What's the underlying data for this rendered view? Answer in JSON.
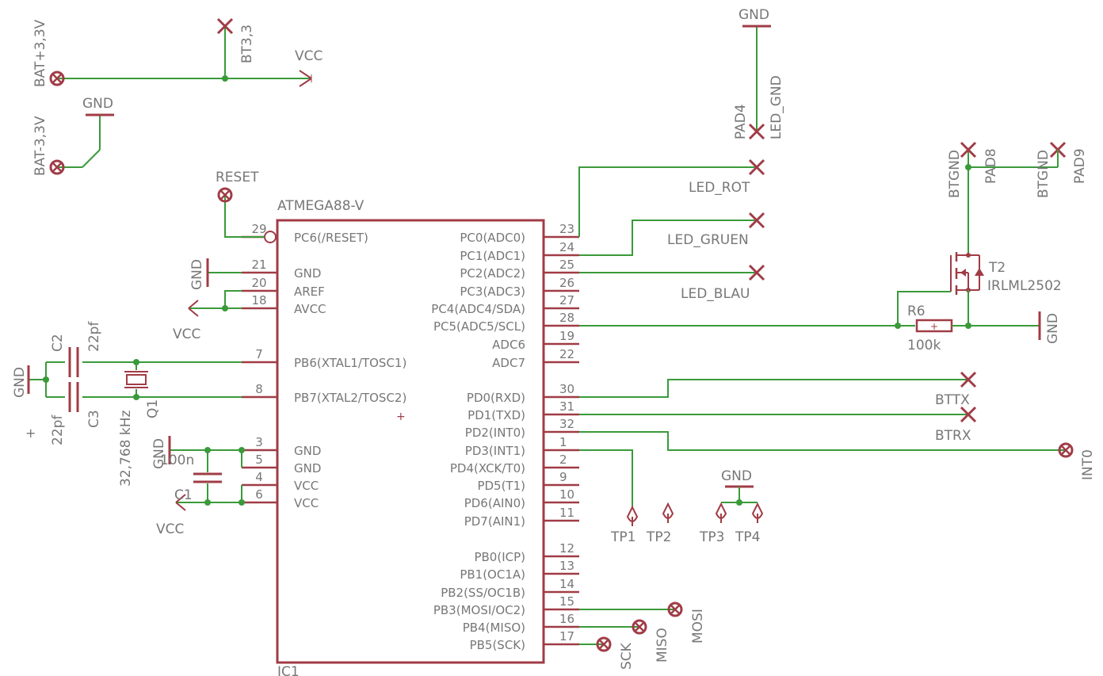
{
  "chip": {
    "name": "ATMEGA88-V",
    "ref": "IC1",
    "left_pins": [
      {
        "num": "29",
        "name": "PC6(/RESET)"
      },
      {
        "num": "21",
        "name": "GND"
      },
      {
        "num": "20",
        "name": "AREF"
      },
      {
        "num": "18",
        "name": "AVCC"
      },
      {
        "num": "7",
        "name": "PB6(XTAL1/TOSC1)"
      },
      {
        "num": "8",
        "name": "PB7(XTAL2/TOSC2)"
      },
      {
        "num": "3",
        "name": "GND"
      },
      {
        "num": "5",
        "name": "GND"
      },
      {
        "num": "4",
        "name": "VCC"
      },
      {
        "num": "6",
        "name": "VCC"
      }
    ],
    "right_pins": [
      {
        "num": "23",
        "name": "PC0(ADC0)"
      },
      {
        "num": "24",
        "name": "PC1(ADC1)"
      },
      {
        "num": "25",
        "name": "PC2(ADC2)"
      },
      {
        "num": "26",
        "name": "PC3(ADC3)"
      },
      {
        "num": "27",
        "name": "PC4(ADC4/SDA)"
      },
      {
        "num": "28",
        "name": "PC5(ADC5/SCL)"
      },
      {
        "num": "19",
        "name": "ADC6"
      },
      {
        "num": "22",
        "name": "ADC7"
      },
      {
        "num": "30",
        "name": "PD0(RXD)"
      },
      {
        "num": "31",
        "name": "PD1(TXD)"
      },
      {
        "num": "32",
        "name": "PD2(INT0)"
      },
      {
        "num": "1",
        "name": "PD3(INT1)"
      },
      {
        "num": "2",
        "name": "PD4(XCK/T0)"
      },
      {
        "num": "9",
        "name": "PD5(T1)"
      },
      {
        "num": "10",
        "name": "PD6(AIN0)"
      },
      {
        "num": "11",
        "name": "PD7(AIN1)"
      },
      {
        "num": "12",
        "name": "PB0(ICP)"
      },
      {
        "num": "13",
        "name": "PB1(OC1A)"
      },
      {
        "num": "14",
        "name": "PB2(SS/OC1B)"
      },
      {
        "num": "15",
        "name": "PB3(MOSI/OC2)"
      },
      {
        "num": "16",
        "name": "PB4(MISO)"
      },
      {
        "num": "17",
        "name": "PB5(SCK)"
      }
    ]
  },
  "labels": {
    "bat_plus": "BAT+3,3V",
    "bat_minus": "BAT-3,3V",
    "bt33": "BT3,3",
    "vcc": "VCC",
    "gnd": "GND",
    "reset": "RESET",
    "pad4": "PAD4",
    "led_gnd": "LED_GND",
    "led_rot": "LED_ROT",
    "led_gruen": "LED_GRUEN",
    "led_blau": "LED_BLAU",
    "btgnd": "BTGND",
    "pad8": "PAD8",
    "pad9": "PAD9",
    "t2": "T2",
    "irlml": "IRLML2502",
    "r6": "R6",
    "r6_val": "100k",
    "c2": "C2",
    "c3": "C3",
    "c2_val": "22pf",
    "c3_val": "22pf",
    "q1": "Q1",
    "q1_val": "32,768 kHz",
    "c1": "C1",
    "c1_val": "100n",
    "bttx": "BTTX",
    "btrx": "BTRX",
    "int0": "INT0",
    "tp1": "TP1",
    "tp2": "TP2",
    "tp3": "TP3",
    "tp4": "TP4",
    "mosi": "MOSI",
    "miso": "MISO",
    "sck": "SCK"
  },
  "colors": {
    "net": "#3a9a3a",
    "symbol": "#a03c46",
    "text": "#777777"
  }
}
